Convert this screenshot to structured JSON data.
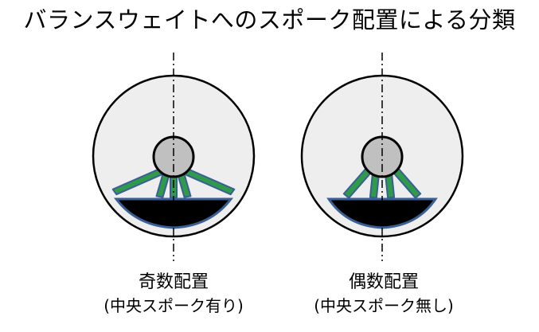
{
  "title": "バランスウェイトへのスポーク配置による分類",
  "variants": [
    {
      "label": "奇数配置",
      "sublabel": "(中央スポーク有り)"
    },
    {
      "label": "偶数配置",
      "sublabel": "(中央スポーク無し)"
    }
  ],
  "colors": {
    "disc_fill": "#eeeeee",
    "disc_stroke": "#000000",
    "hub_fill": "#c0c0c0",
    "spoke_fill": "#2e9a4a",
    "spoke_stroke": "#3a5f96",
    "weight_fill": "#000000",
    "weight_stroke": "#3a5f96"
  }
}
